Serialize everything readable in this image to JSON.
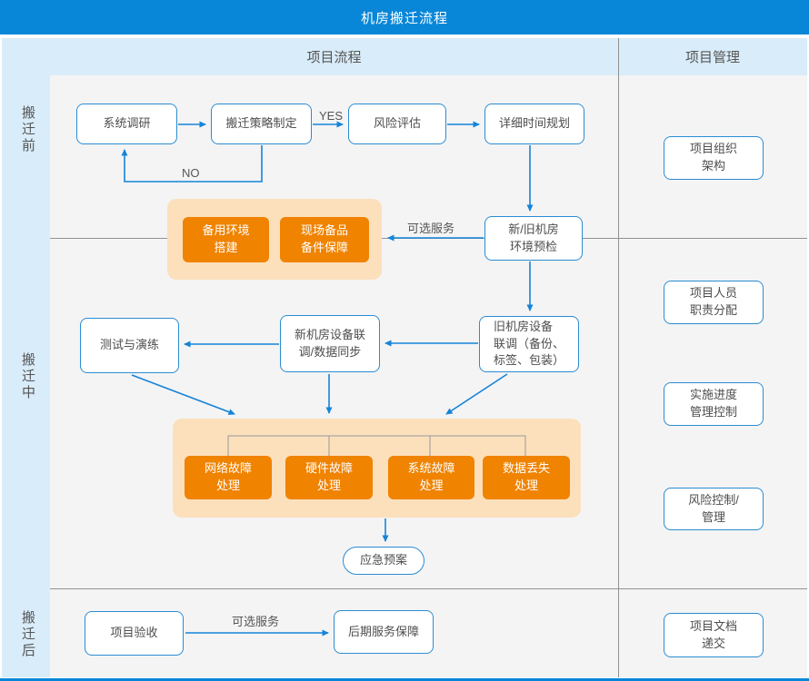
{
  "title": "机房搬迁流程",
  "header": {
    "process_col": "项目流程",
    "management_col": "项目管理"
  },
  "phases": {
    "before": "搬迁前",
    "during": "搬迁中",
    "after": "搬迁后"
  },
  "flow": {
    "system_survey": "系统调研",
    "strategy": "搬迁策略制定",
    "risk_assessment": "风险评估",
    "time_planning": "详细时间规划",
    "backup_env": "备用环境\n搭建",
    "spare_parts": "现场备品\n备件保障",
    "env_precheck": "新/旧机房\n环境预检",
    "old_room_debug": "旧机房设备\n联调（备份、\n标签、包装）",
    "new_room_debug": "新机房设备联\n调/数据同步",
    "test_drill": "测试与演练",
    "network_fault": "网络故障\n处理",
    "hardware_fault": "硬件故障\n处理",
    "system_fault": "系统故障\n处理",
    "data_loss": "数据丢失\n处理",
    "emergency_plan": "应急预案",
    "acceptance": "项目验收",
    "after_service": "后期服务保障"
  },
  "edge_labels": {
    "yes": "YES",
    "no": "NO",
    "optional_service_top": "可选服务",
    "optional_service_bottom": "可选服务"
  },
  "management": {
    "org": "项目组织\n架构",
    "staff": "项目人员\n职责分配",
    "progress": "实施进度\n管理控制",
    "risk": "风险控制/\n管理",
    "docs": "项目文档\n递交"
  },
  "colors": {
    "title_bar": "#0886D8",
    "header_band": "#D9ECF9",
    "canvas": "#F4F4F5",
    "node_border": "#2A8CD2",
    "node_text": "#4D4D4D",
    "arrow_blue": "#1584D8",
    "orange_node": "#F08300",
    "orange_container": "#FCE0BC",
    "divider_gray": "#919191"
  }
}
